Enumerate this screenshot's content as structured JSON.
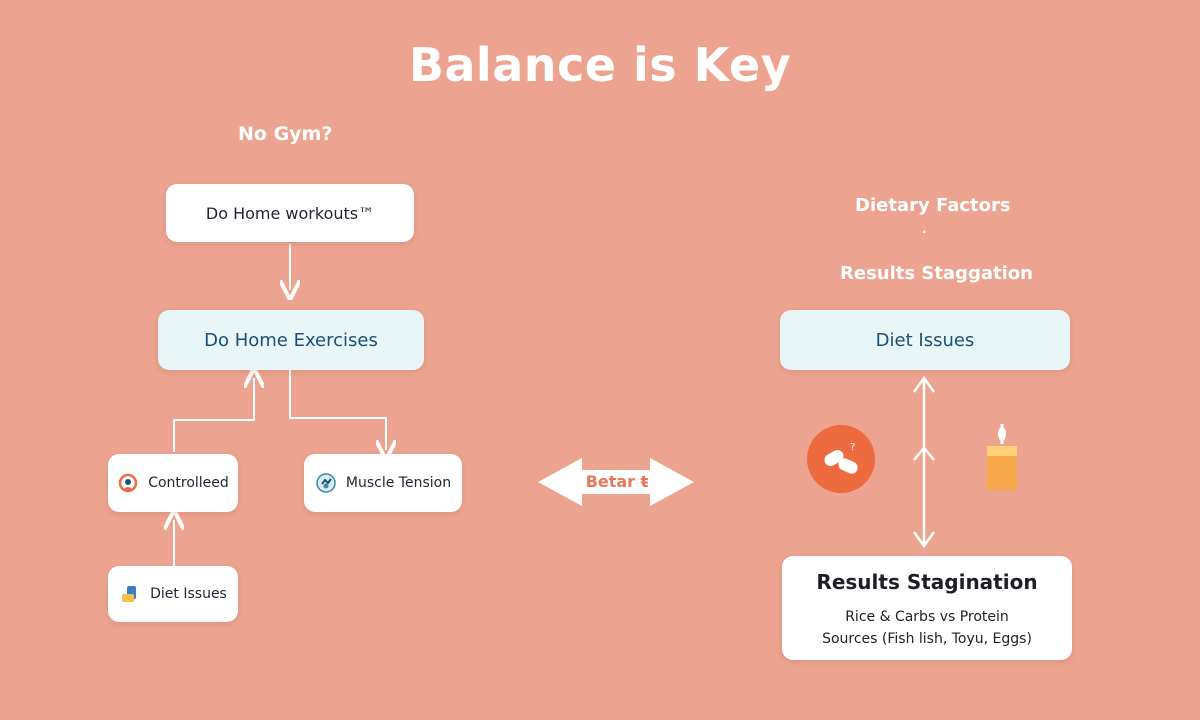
{
  "title": "Balance is Key",
  "left": {
    "question": "No Gym?",
    "top_box": "Do Home workouts™",
    "main_box": "Do Home Exercises",
    "controlled": "Controlleed",
    "muscle": "Muscle Tension",
    "diet": "Diet Issues"
  },
  "center": {
    "arrow_label": "Betar ŧ"
  },
  "right": {
    "dietary": "Dietary Factors",
    "dot": ".",
    "results_label": "Results Staggation",
    "diet_box": "Diet Issues",
    "results_box": {
      "title": "Results Stagination",
      "line1": "Rice & Carbs vs Protein",
      "line2": "Sources (Fish lish, Toyu, Eggs)"
    }
  },
  "colors": {
    "background": "#eca491",
    "accent_orange": "#ee6a3f",
    "tinted_box": "#e9f6f7",
    "dark_blue_text": "#1d4f76"
  },
  "icons": [
    "controlled-icon",
    "muscle-tension-icon",
    "diet-issues-icon",
    "pills-icon",
    "drink-icon"
  ]
}
